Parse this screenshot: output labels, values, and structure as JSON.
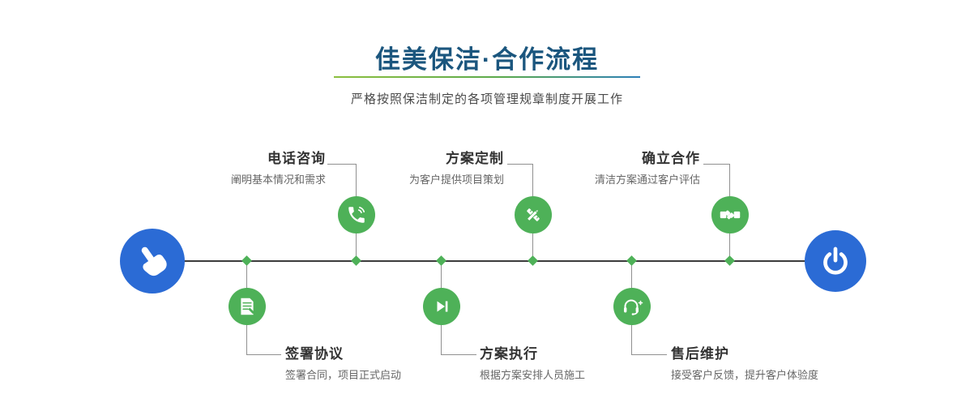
{
  "colors": {
    "title_color": "#1b567e",
    "accent_green": "#4eb158",
    "accent_blue": "#2b6bd5",
    "line_color": "#3c3c3c",
    "connector_color": "#909090"
  },
  "header": {
    "title": "佳美保洁·合作流程",
    "subtitle": "严格按照保洁制定的各项管理规章制度开展工作"
  },
  "timeline": {
    "start_node_icon": "hand-pointer-icon",
    "end_node_icon": "power-icon",
    "steps_top": [
      {
        "label": "电话咨询",
        "desc": "阐明基本情况和需求",
        "icon": "phone-icon"
      },
      {
        "label": "方案定制",
        "desc": "为客户提供项目策划",
        "icon": "design-tools-icon"
      },
      {
        "label": "确立合作",
        "desc": "清洁方案通过客户评估",
        "icon": "handshake-icon"
      }
    ],
    "steps_bottom": [
      {
        "label": "签署协议",
        "desc": "签署合同，项目正式启动",
        "icon": "contract-icon"
      },
      {
        "label": "方案执行",
        "desc": "根据方案安排人员施工",
        "icon": "play-icon"
      },
      {
        "label": "售后维护",
        "desc": "接受客户反馈，提升客户体验度",
        "icon": "headset-icon"
      }
    ]
  }
}
